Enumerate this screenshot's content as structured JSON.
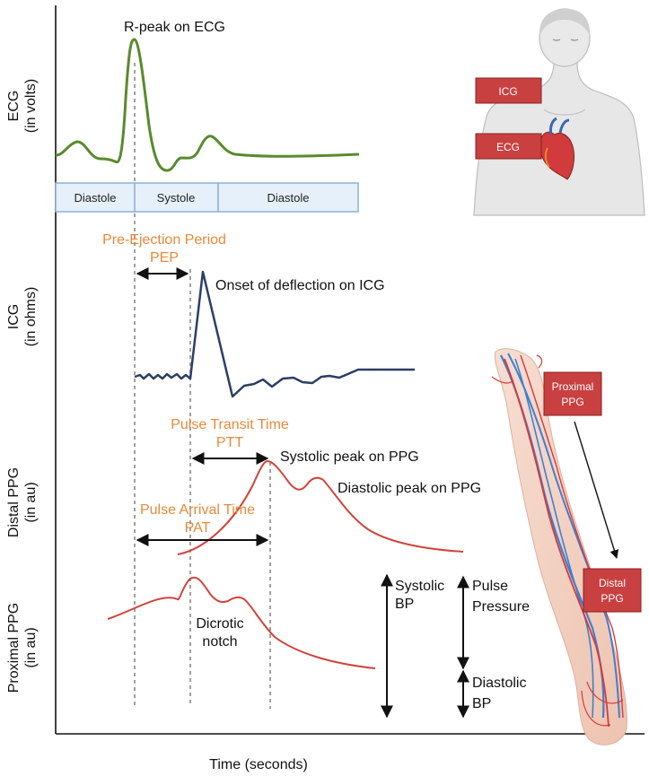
{
  "axes": {
    "x_label": "Time (seconds)",
    "ecg_label_line1": "ECG",
    "ecg_label_line2": "(in volts)",
    "icg_label_line1": "ICG",
    "icg_label_line2": "(in ohms)",
    "distal_label_line1": "Distal PPG",
    "distal_label_line2": "(in au)",
    "proximal_label_line1": "Proximal PPG",
    "proximal_label_line2": "(in au)"
  },
  "phases": [
    "Diastole",
    "Systole",
    "Diastole"
  ],
  "annotations": {
    "r_peak": "R-peak on ECG",
    "pep_line1": "Pre-Ejection Period",
    "pep_line2": "PEP",
    "icg_onset": "Onset of deflection on ICG",
    "ptt_line1": "Pulse Transit Time",
    "ptt_line2": "PTT",
    "systolic_peak": "Systolic peak on PPG",
    "diastolic_peak": "Diastolic peak on PPG",
    "pat_line1": "Pulse Arrival Time",
    "pat_line2": "PAT",
    "dicrotic_line1": "Dicrotic",
    "dicrotic_line2": "notch",
    "systolic_bp_line1": "Systolic",
    "systolic_bp_line2": "BP",
    "pulse_pressure_line1": "Pulse",
    "pulse_pressure_line2": "Pressure",
    "diastolic_bp_line1": "Diastolic",
    "diastolic_bp_line2": "BP"
  },
  "sensors": {
    "icg": "ICG",
    "ecg": "ECG",
    "proximal_line1": "Proximal",
    "proximal_line2": "PPG",
    "distal_line1": "Distal",
    "distal_line2": "PPG"
  },
  "colors": {
    "ecg": "#5a8a2e",
    "icg": "#2c3e63",
    "ppg": "#d0443a",
    "interval_text": "#e8893a",
    "sensor_box": "#c94040",
    "phase_box": "#e6f0fb",
    "phase_border": "#8fb0d8"
  }
}
